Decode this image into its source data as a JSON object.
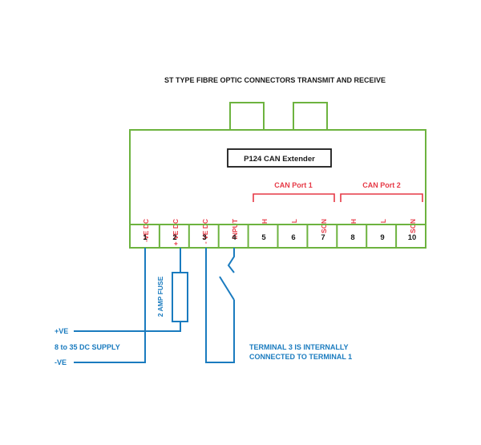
{
  "title": "ST TYPE FIBRE OPTIC CONNECTORS TRANSMIT AND RECEIVE",
  "device_label": "P124 CAN Extender",
  "can_ports": [
    "CAN Port 1",
    "CAN Port 2"
  ],
  "terminal_labels": [
    "-VE DC",
    "+ VE DC",
    "- VE DC",
    "INPUT",
    "H",
    "L",
    "SCN",
    "H",
    "L",
    "SCN"
  ],
  "terminal_numbers": [
    "1",
    "2",
    "3",
    "4",
    "5",
    "6",
    "7",
    "8",
    "9",
    "10"
  ],
  "fuse_label": "2 AMP FUSE",
  "supply": {
    "positive": "+VE",
    "range": "8 to 35 DC SUPPLY",
    "negative": "-VE"
  },
  "note": [
    "TERMINAL 3 IS INTERNALLY",
    "CONNECTED TO TERMINAL 1"
  ],
  "colors": {
    "enclosure": "#6db33f",
    "wiring": "#1a7bbf",
    "can_labels": "#e63946",
    "text": "#1a1a1a"
  }
}
